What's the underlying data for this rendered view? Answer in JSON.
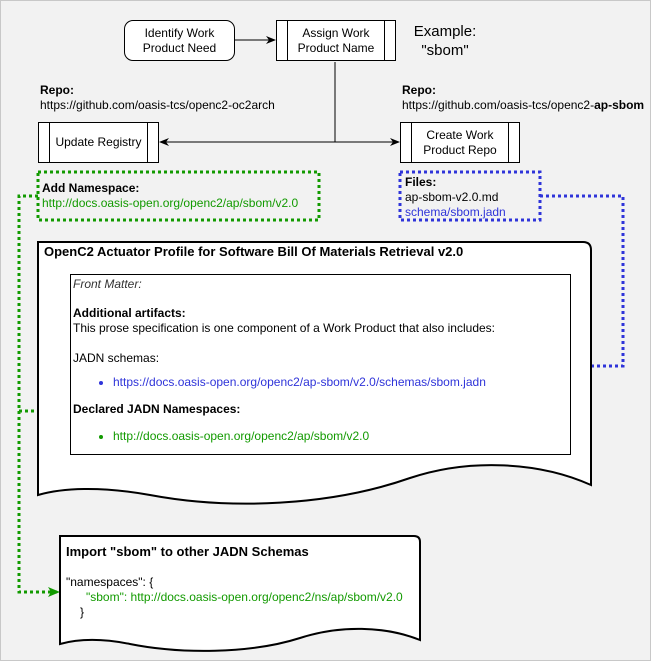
{
  "nodes": {
    "identify": "Identify Work Product Need",
    "assign": "Assign Work Product Name",
    "update_registry": "Update Registry",
    "create_repo": "Create Work Product Repo"
  },
  "example": {
    "line1": "Example:",
    "line2": "\"sbom\""
  },
  "repo_left": {
    "label": "Repo:",
    "url": "https://github.com/oasis-tcs/openc2-oc2arch"
  },
  "repo_right": {
    "label": "Repo:",
    "url_prefix": "https://github.com/oasis-tcs/openc2-",
    "url_bold": "ap-sbom"
  },
  "namespace_note": {
    "label": "Add Namespace:",
    "url": "http://docs.oasis-open.org/openc2/ap/sbom/v2.0"
  },
  "files_note": {
    "label": "Files:",
    "file1": "ap-sbom-v2.0.md",
    "file2": "schema/sbom.jadn"
  },
  "spec_doc": {
    "title": "OpenC2 Actuator Profile for Software Bill Of Materials Retrieval v2.0",
    "front_matter": "Front Matter:",
    "artifacts_heading": "Additional artifacts:",
    "artifacts_text": "This prose specification is one component of a Work Product that also includes:",
    "jadn_label": "JADN schemas:",
    "jadn_url": "https://docs.oasis-open.org/openc2/ap-sbom/v2.0/schemas/sbom.jadn",
    "ns_heading": "Declared JADN Namespaces:",
    "ns_url": "http://docs.oasis-open.org/openc2/ap/sbom/v2.0"
  },
  "import_doc": {
    "title": "Import \"sbom\" to other JADN Schemas",
    "line1": "\"namespaces\": {",
    "key": "\"sbom\":",
    "value": "http://docs.oasis-open.org/openc2/ns/ap/sbom/v2.0",
    "close": "}"
  },
  "colors": {
    "green": "#129a00",
    "blue": "#2f34d9",
    "background": "#f2f2f2"
  }
}
